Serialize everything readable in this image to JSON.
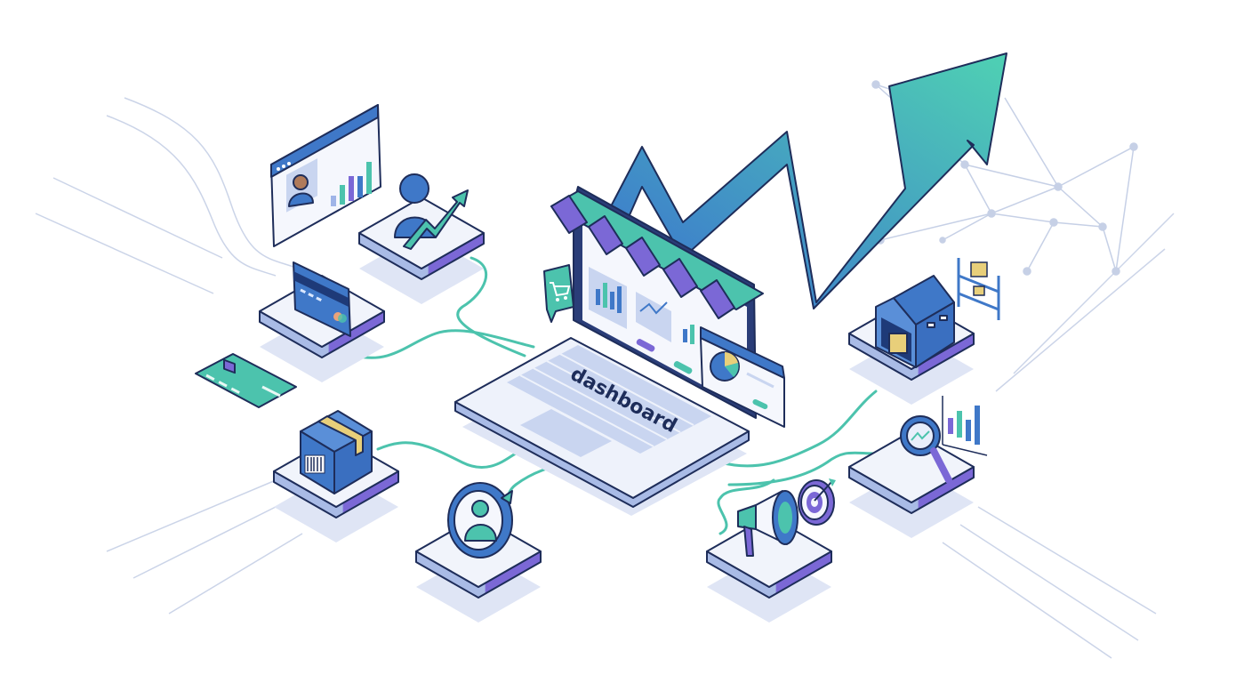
{
  "illustration": {
    "subject": "isometric e-commerce dashboard growth illustration",
    "laptop": {
      "keyboard_label": "dashboard"
    },
    "nodes": [
      {
        "id": "customer-growth",
        "icon": "person-with-rising-arrow"
      },
      {
        "id": "payments",
        "icon": "credit-card"
      },
      {
        "id": "shipping",
        "icon": "package-box"
      },
      {
        "id": "customer-retention",
        "icon": "person-cycle"
      },
      {
        "id": "marketing",
        "icon": "megaphone-with-target"
      },
      {
        "id": "analytics",
        "icon": "magnifier-with-chart"
      },
      {
        "id": "warehouse",
        "icon": "warehouse-building"
      }
    ],
    "colors": {
      "outline": "#1e2d5a",
      "blue": "#3f78c8",
      "teal": "#4cc3ad",
      "purple": "#7b68d6",
      "platform_top": "#f1f4fb",
      "platform_side": "#a9bbe6",
      "shadow": "#dfe5f5",
      "gold": "#e8cf7a",
      "network": "#c6d0e6"
    }
  }
}
